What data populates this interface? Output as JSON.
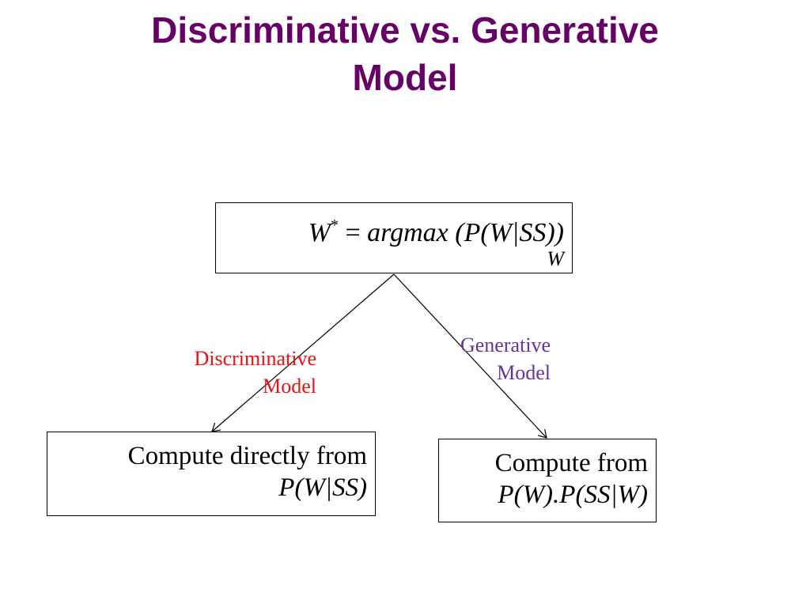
{
  "title": {
    "line1": "Discriminative vs. Generative",
    "line2": "Model"
  },
  "top_box": {
    "w": "W",
    "star": "*",
    "equals": " = ",
    "argmax": "argmax",
    "expr": " (P(W|SS))",
    "subscript": "W"
  },
  "left_box": {
    "line1": "Compute directly from",
    "line2": "P(W|SS)"
  },
  "right_box": {
    "line1": "Compute from",
    "line2": "P(W).P(SS|W)"
  },
  "labels": {
    "discriminative_line1": "Discriminative",
    "discriminative_line2": "Model",
    "generative_line1": "Generative",
    "generative_line2": "Model"
  },
  "colors": {
    "title": "#660066",
    "discriminative": "#ee1111",
    "generative": "#663399"
  }
}
